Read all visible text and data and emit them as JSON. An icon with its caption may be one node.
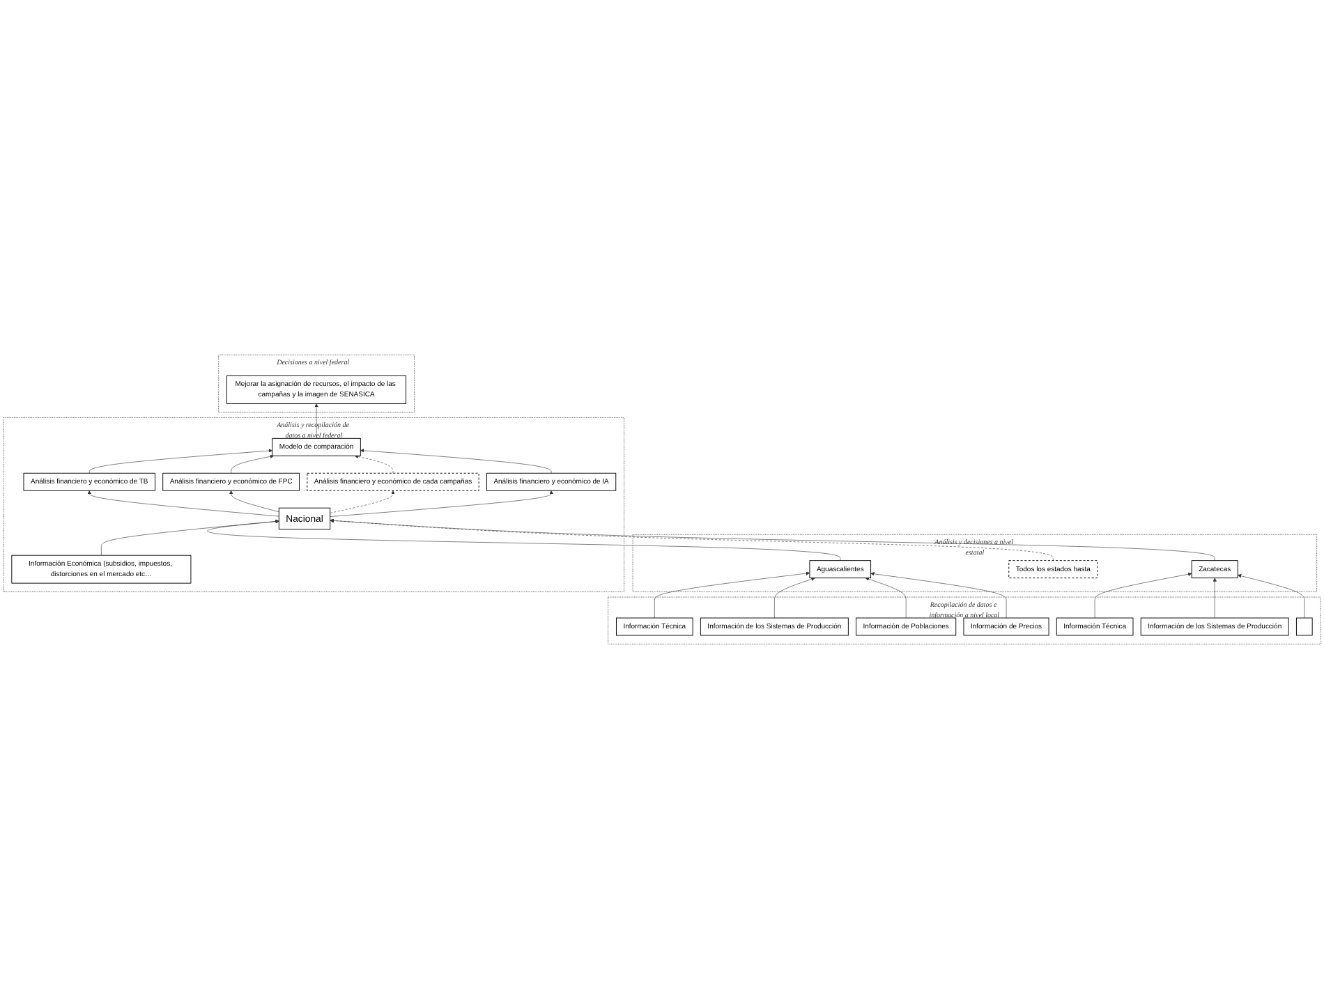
{
  "diagram": {
    "nodes": [
      {
        "text": [
          "Decisiones a nivel federal"
        ]
      },
      {
        "text": [
          "Mejorar la asignación de recursos, el impacto de las campañas y la imagen de SENASICA"
        ],
        "in": 0
      },
      {
        "text": [
          "Análisis y recopilación de datos a nivel federal"
        ]
      },
      {
        "text": [
          "Modelo de comparación"
        ],
        "in": 2
      },
      {
        "text": [
          "Análisis financiero y económico de TB"
        ],
        "in": 2
      },
      {
        "text": [
          "Análisis financiero y económico de FPC"
        ],
        "in": 2
      },
      {
        "text": [
          "Análisis financiero y económico de cada campañas"
        ],
        "in": 2
      },
      {
        "text": [
          "Análisis financiero y económico de IA"
        ],
        "in": 2
      },
      {
        "text": [
          "Información Económica (subsidios, impuestos, distorciones en el mercado etc…"
        ],
        "in": 2
      },
      {
        "text": [
          "Nacional"
        ],
        "in": 2
      },
      {
        "text": [
          "Análisis y decisiones a nivel estatal"
        ]
      },
      {
        "text": [
          "Aguascalientes"
        ],
        "in": 10
      },
      {
        "text": [
          "Todos los estados hasta"
        ],
        "in": 10
      },
      {
        "text": [
          "Zacatecas"
        ],
        "in": 10
      },
      {
        "text": [
          "Recopilación de datos e información a nivel local"
        ]
      },
      {
        "text": [
          "Información Técnica"
        ],
        "in": 14
      },
      {
        "text": [
          "Información de los Sistemas de Producción"
        ],
        "in": 14
      },
      {
        "text": [
          "Información de Poblaciones"
        ],
        "in": 14
      },
      {
        "text": [
          "Información de Precios"
        ],
        "in": 14
      },
      {
        "text": [
          "Información Técnica"
        ],
        "in": 14
      },
      {
        "text": [
          "Información de los Sistemas de Producción"
        ],
        "in": 14
      },
      {
        "text": [],
        "shape": "box",
        "in": 14
      }
    ],
    "edges": [
      {
        "from": 3,
        "to": 1,
        "arrow": "to"
      },
      {
        "from": 4,
        "to": 3,
        "arrow": "to"
      },
      {
        "from": 5,
        "to": 3,
        "arrow": "to"
      },
      {
        "from": 6,
        "to": 3,
        "arrow": "to",
        "style": "dashed"
      },
      {
        "from": 7,
        "to": 3,
        "arrow": "to"
      },
      {
        "from": 9,
        "to": 4,
        "arrow": "to"
      },
      {
        "from": 9,
        "to": 5,
        "arrow": "to"
      },
      {
        "from": 9,
        "to": 6,
        "arrow": "to",
        "style": "dashed"
      },
      {
        "from": 9,
        "to": 7,
        "arrow": "to"
      },
      {
        "from": 8,
        "to": 9,
        "arrow": "to"
      },
      {
        "from": 11,
        "to": 9,
        "arrow": "to"
      },
      {
        "from": 12,
        "to": 9,
        "arrow": "to",
        "style": "dashed"
      },
      {
        "from": 13,
        "to": 9,
        "arrow": "to"
      },
      {
        "from": 15,
        "to": 11,
        "arrow": "to"
      },
      {
        "from": 16,
        "to": 11,
        "arrow": "to"
      },
      {
        "from": 17,
        "to": 11,
        "arrow": "to"
      },
      {
        "from": 18,
        "to": 11,
        "arrow": "to"
      },
      {
        "from": 19,
        "to": 13,
        "arrow": "to"
      },
      {
        "from": 20,
        "to": 13,
        "arrow": "to"
      },
      {
        "from": 21,
        "to": 13,
        "arrow": "to"
      }
    ]
  }
}
